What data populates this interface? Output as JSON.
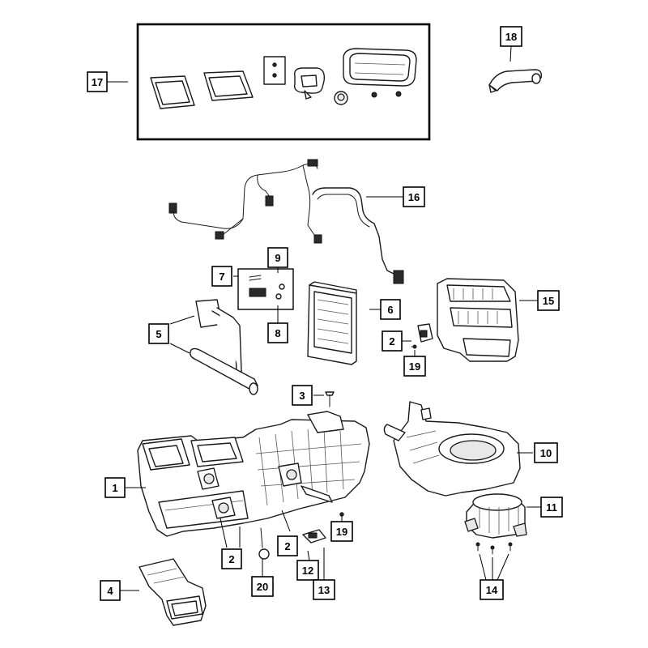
{
  "callouts": [
    {
      "id": "c1",
      "label": "1"
    },
    {
      "id": "c2a",
      "label": "2"
    },
    {
      "id": "c2b",
      "label": "2"
    },
    {
      "id": "c2c",
      "label": "2"
    },
    {
      "id": "c3",
      "label": "3"
    },
    {
      "id": "c4",
      "label": "4"
    },
    {
      "id": "c5",
      "label": "5"
    },
    {
      "id": "c6",
      "label": "6"
    },
    {
      "id": "c7",
      "label": "7"
    },
    {
      "id": "c8",
      "label": "8"
    },
    {
      "id": "c9",
      "label": "9"
    },
    {
      "id": "c10",
      "label": "10"
    },
    {
      "id": "c11",
      "label": "11"
    },
    {
      "id": "c12",
      "label": "12"
    },
    {
      "id": "c13",
      "label": "13"
    },
    {
      "id": "c14",
      "label": "14"
    },
    {
      "id": "c15",
      "label": "15"
    },
    {
      "id": "c16",
      "label": "16"
    },
    {
      "id": "c17",
      "label": "17"
    },
    {
      "id": "c18",
      "label": "18"
    },
    {
      "id": "c19a",
      "label": "19"
    },
    {
      "id": "c19b",
      "label": "19"
    },
    {
      "id": "c20",
      "label": "20"
    }
  ]
}
